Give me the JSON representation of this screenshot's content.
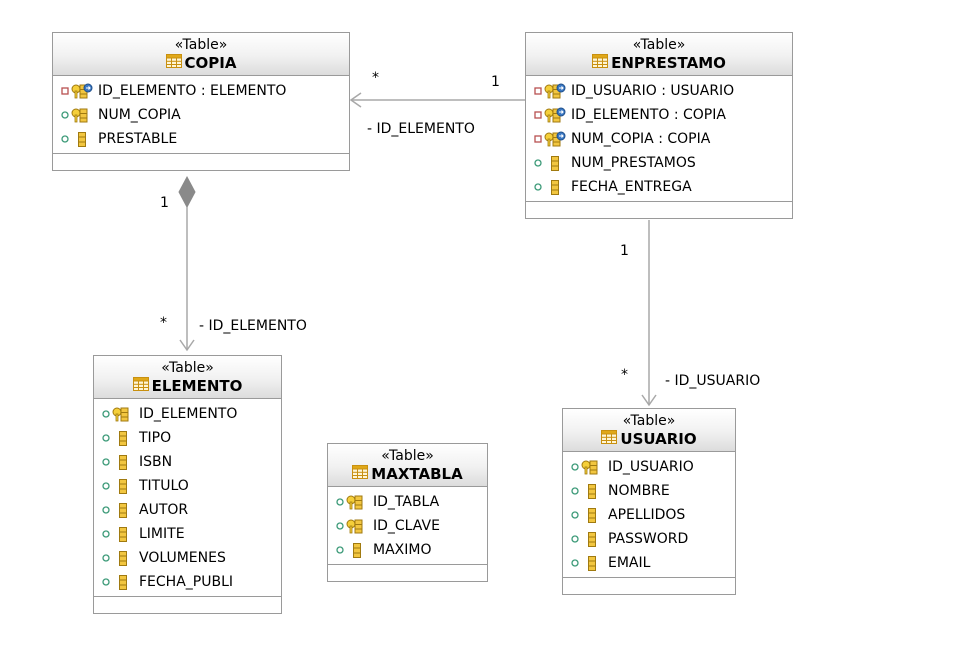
{
  "stereotype": "«Table»",
  "colors": {
    "private_marker": "#b85050",
    "public_marker": "#3c9a78",
    "line": "#a8a8a8",
    "key_gold": "#d9a520",
    "fk_blue": "#3b78c4",
    "table_icon": "#d9a520"
  },
  "tables": {
    "copia": {
      "name": "COPIA",
      "rows": [
        {
          "text": "ID_ELEMENTO : ELEMENTO",
          "icon": "foreign-primary-key-icon",
          "visibility": "private"
        },
        {
          "text": "NUM_COPIA",
          "icon": "primary-key-icon",
          "visibility": "public"
        },
        {
          "text": "PRESTABLE",
          "icon": "column-icon",
          "visibility": "public"
        }
      ]
    },
    "enprestamo": {
      "name": "ENPRESTAMO",
      "rows": [
        {
          "text": "ID_USUARIO : USUARIO",
          "icon": "foreign-primary-key-icon",
          "visibility": "private"
        },
        {
          "text": "ID_ELEMENTO : COPIA",
          "icon": "foreign-primary-key-icon",
          "visibility": "private"
        },
        {
          "text": "NUM_COPIA : COPIA",
          "icon": "foreign-primary-key-icon",
          "visibility": "private"
        },
        {
          "text": "NUM_PRESTAMOS",
          "icon": "column-icon",
          "visibility": "public"
        },
        {
          "text": "FECHA_ENTREGA",
          "icon": "column-icon",
          "visibility": "public"
        }
      ]
    },
    "elemento": {
      "name": "ELEMENTO",
      "rows": [
        {
          "text": "ID_ELEMENTO",
          "icon": "primary-key-icon",
          "visibility": "public"
        },
        {
          "text": "TIPO",
          "icon": "column-icon",
          "visibility": "public"
        },
        {
          "text": "ISBN",
          "icon": "column-icon",
          "visibility": "public"
        },
        {
          "text": "TITULO",
          "icon": "column-icon",
          "visibility": "public"
        },
        {
          "text": "AUTOR",
          "icon": "column-icon",
          "visibility": "public"
        },
        {
          "text": "LIMITE",
          "icon": "column-icon",
          "visibility": "public"
        },
        {
          "text": "VOLUMENES",
          "icon": "column-icon",
          "visibility": "public"
        },
        {
          "text": "FECHA_PUBLI",
          "icon": "column-icon",
          "visibility": "public"
        }
      ]
    },
    "maxtabla": {
      "name": "MAXTABLA",
      "rows": [
        {
          "text": "ID_TABLA",
          "icon": "primary-key-icon",
          "visibility": "public"
        },
        {
          "text": "ID_CLAVE",
          "icon": "primary-key-icon",
          "visibility": "public"
        },
        {
          "text": "MAXIMO",
          "icon": "column-icon",
          "visibility": "public"
        }
      ]
    },
    "usuario": {
      "name": "USUARIO",
      "rows": [
        {
          "text": "ID_USUARIO",
          "icon": "primary-key-icon",
          "visibility": "public"
        },
        {
          "text": "NOMBRE",
          "icon": "column-icon",
          "visibility": "public"
        },
        {
          "text": "APELLIDOS",
          "icon": "column-icon",
          "visibility": "public"
        },
        {
          "text": "PASSWORD",
          "icon": "column-icon",
          "visibility": "public"
        },
        {
          "text": "EMAIL",
          "icon": "column-icon",
          "visibility": "public"
        }
      ]
    }
  },
  "associations": {
    "enprestamo_copia": {
      "role": "- ID_ELEMENTO",
      "source_mult": "1",
      "target_mult": "*"
    },
    "copia_elemento": {
      "role": "- ID_ELEMENTO",
      "source_mult": "1",
      "target_mult": "*"
    },
    "enprestamo_usuario": {
      "role": "- ID_USUARIO",
      "source_mult": "1",
      "target_mult": "*"
    }
  }
}
